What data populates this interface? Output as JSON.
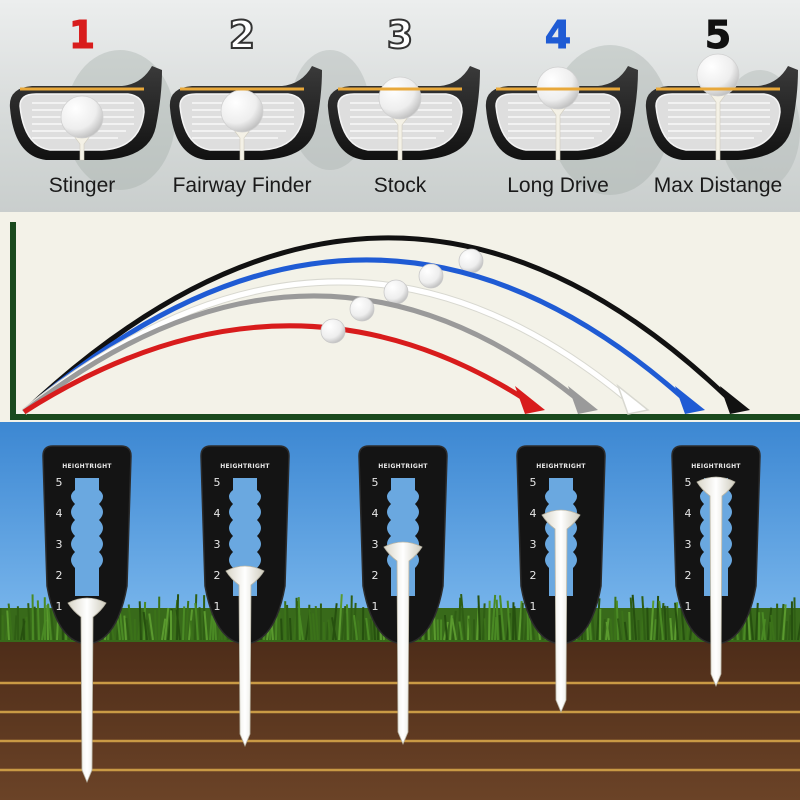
{
  "levels": [
    {
      "number": "1",
      "label": "Stinger",
      "color": "#d81c1c"
    },
    {
      "number": "2",
      "label": "Fairway Finder",
      "color": "#9a9a9a"
    },
    {
      "number": "3",
      "label": "Stock",
      "color": "#ffffff"
    },
    {
      "number": "4",
      "label": "Long Drive",
      "color": "#1f5bd4"
    },
    {
      "number": "5",
      "label": "Max Distange",
      "color": "#111111"
    }
  ],
  "brand": "HEIGHTRIGHT",
  "scale_marks": [
    "5",
    "4",
    "3",
    "2",
    "1"
  ],
  "icons": {
    "club": "driver-head-icon",
    "ball": "golf-ball-icon",
    "tee": "golf-tee-icon",
    "gauge": "tee-height-gauge-icon"
  },
  "colors": {
    "tee_line": "#e8a83a",
    "sky": "#4a93d8",
    "soil": "#5a3520",
    "grass": "#3d6e1c",
    "chart_bg": "#f3f2e8",
    "axis": "#1a4a1e"
  }
}
